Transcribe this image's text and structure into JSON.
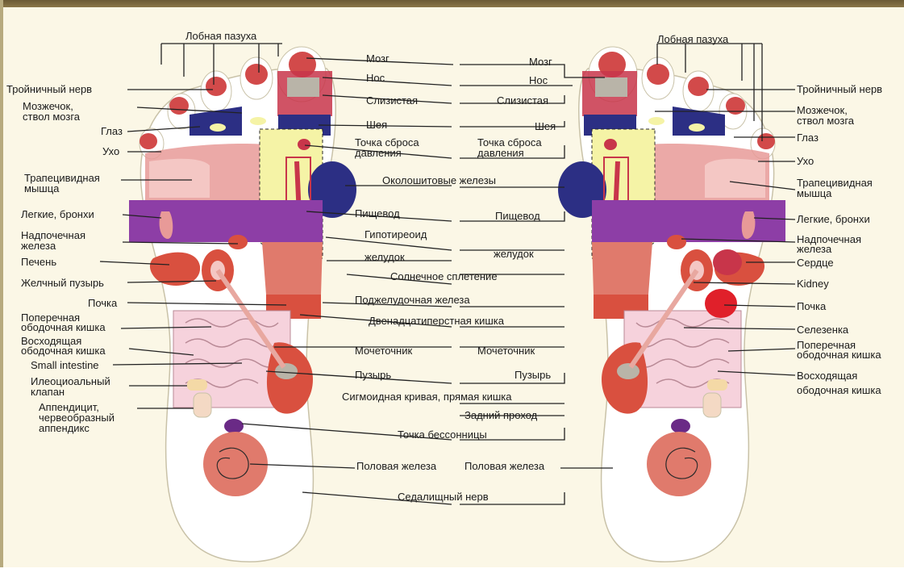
{
  "colors": {
    "background": "#fbf7e6",
    "leader_lines": "#222222",
    "foot_fill": "#ffffff",
    "toe_zone": "#d24a4a",
    "neck_zone": "#2c2f84",
    "lung_zone": "#8d3ea6",
    "organ_red": "#d9503f",
    "organ_pink": "#f2b8b3",
    "intestine": "#f6d2dc",
    "hypothyroid": "#f5f3a6",
    "genital": "#e07a6c",
    "insomnia": "#6a2a86"
  },
  "labels": {
    "frontal_sinus_left": "Лобная пазуха",
    "frontal_sinus_right": "Лобная пазуха",
    "trigeminal_left": "Тройничный нерв",
    "trigeminal_right": "Тройничный нерв",
    "cerebellum_left": "Мозжечок,\nствол мозга",
    "cerebellum_right": "Мозжечок,\nствол мозга",
    "eye_left": "Глаз",
    "eye_right": "Глаз",
    "ear_left": "Ухо",
    "ear_right": "Ухо",
    "trapezius_left": "Трапецивидная\nмышца",
    "trapezius_right": "Трапецивидная\nмышца",
    "lungs_left": "Легкие, бронхи",
    "lungs_right": "Легкие, бронхи",
    "adrenal_left": "Надпочечная\nжелеза",
    "adrenal_right": "Надпочечная\nжелеза",
    "liver": "Печень",
    "heart": "Сердце",
    "gallbladder": "Желчный пузырь",
    "kidney_en": "Kidney",
    "kidney_left": "Почка",
    "kidney_right": "Почка",
    "spleen": "Селезенка",
    "transverse_colon_left": "Поперечная\nободочная кишка",
    "transverse_colon_right": "Поперечная\nободочная кишка",
    "ascending_colon_left": "Восходящая\nободочная кишка",
    "ascending_colon_right": "Восходящая\nободочная кишка",
    "small_intestine": "Small intestine",
    "ileocecal_valve": "Илеоциоальный\nклапан",
    "appendix": "Аппендицит,\nчервеобразный\nаппендикс",
    "brain_left": "Мозг",
    "brain_right": "Мозг",
    "nose_left": "Нос",
    "nose_right": "Нос",
    "mucosa_left": "Слизистая",
    "mucosa_right": "Слизистая",
    "neck_left": "Шея",
    "neck_right": "Шея",
    "pressure_point_left": "Точка сброса\nдавления",
    "pressure_point_right": "Точка сброса\nдавления",
    "parathyroid": "Околошитовые железы",
    "esophagus_left": "Пищевод",
    "esophagus_right": "Пищевод",
    "hypothyroid": "Гипотиреоид",
    "stomach_left": "желудок",
    "stomach_right": "желудок",
    "solar_plexus": "Солнечное сплетение",
    "pancreas": "Поджелудочная железа",
    "duodenum": "Двенадцатиперстная кишка",
    "ureter_left": "Мочеточник",
    "ureter_right": "Мочеточник",
    "bladder_left": "Пузырь",
    "bladder_right": "Пузырь",
    "sigmoid": "Сигмоидная кривая, прямая кишка",
    "anus": "Задний проход",
    "insomnia": "Точка бессонницы",
    "gonad_left": "Половая железа",
    "gonad_right": "Половая железа",
    "sciatic": "Седалищный нерв"
  }
}
